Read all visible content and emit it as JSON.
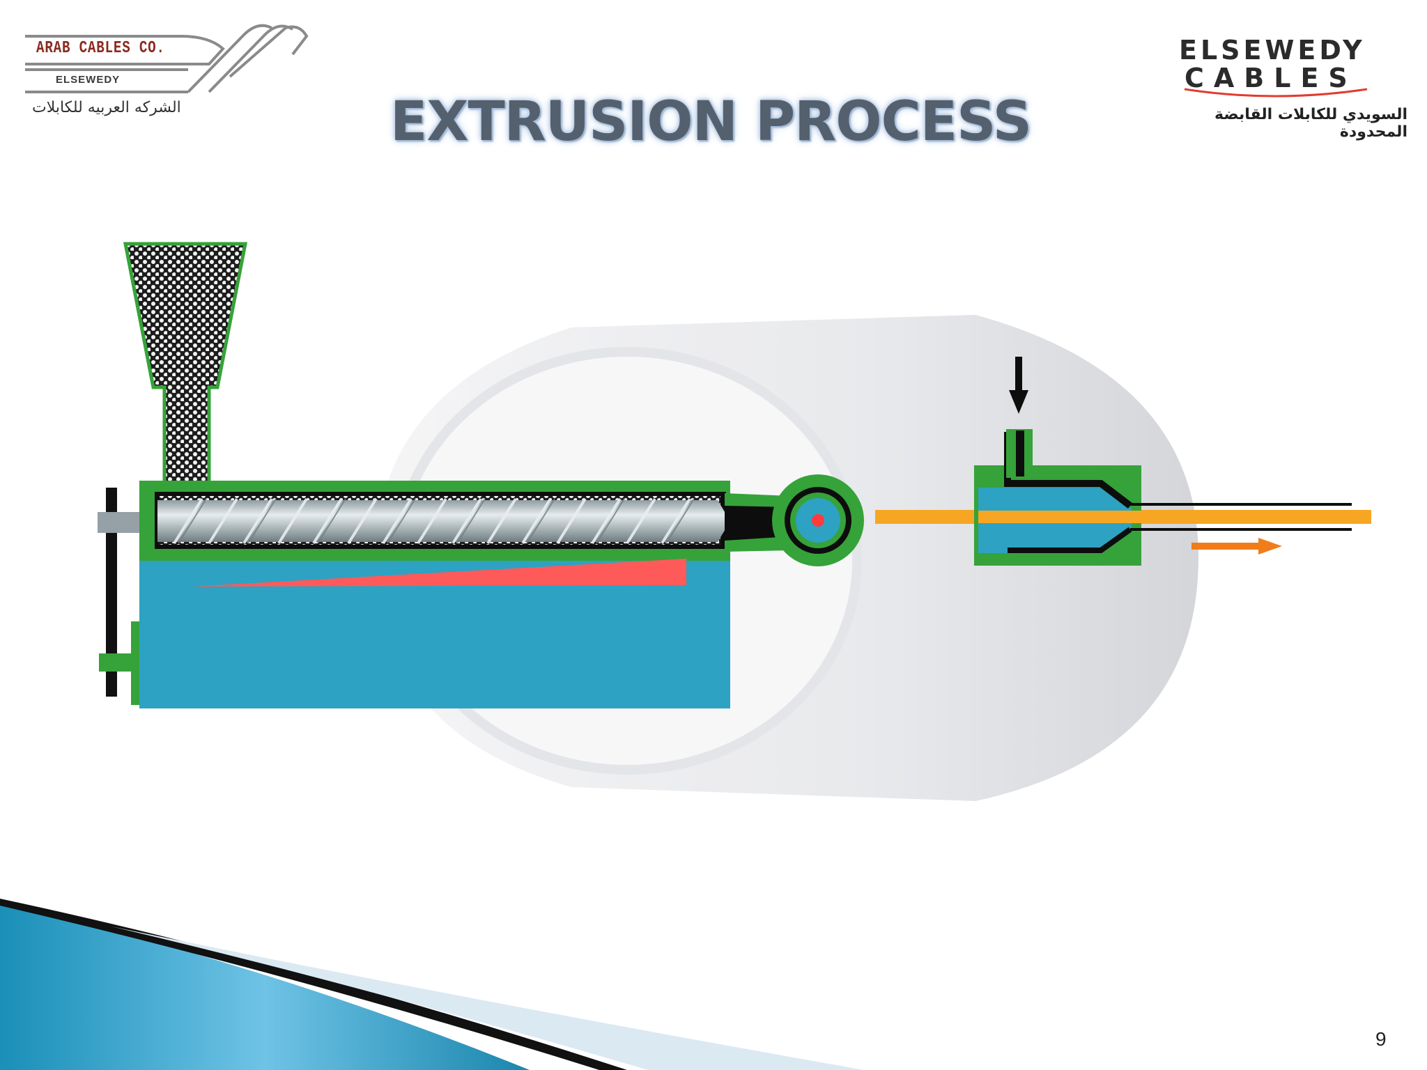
{
  "slide": {
    "title": "EXTRUSION PROCESS",
    "page_number": "9"
  },
  "logos": {
    "left": {
      "name": "ARAB CABLES CO.",
      "subtitle": "ELSEWEDY",
      "arabic": "الشركه العربيه للكابلات"
    },
    "right": {
      "line1": "ELSEWEDY",
      "line2": "CABLES",
      "arabic": "السويدي للكابلات القابضة المحدودة"
    }
  },
  "colors": {
    "machine_body": "#2da2c2",
    "machine_frame": "#36a23a",
    "heater": "#ff5a5a",
    "cable_core": "#f6a623",
    "flow_arrow": "#f07d1a",
    "screw": "#b4c0c4",
    "accent_dark_blue": "#0b6f95",
    "accent_light_blue": "#5fb9dd"
  },
  "icons": {
    "feed_arrow": "arrow-down-icon",
    "output_arrow": "arrow-right-icon"
  }
}
